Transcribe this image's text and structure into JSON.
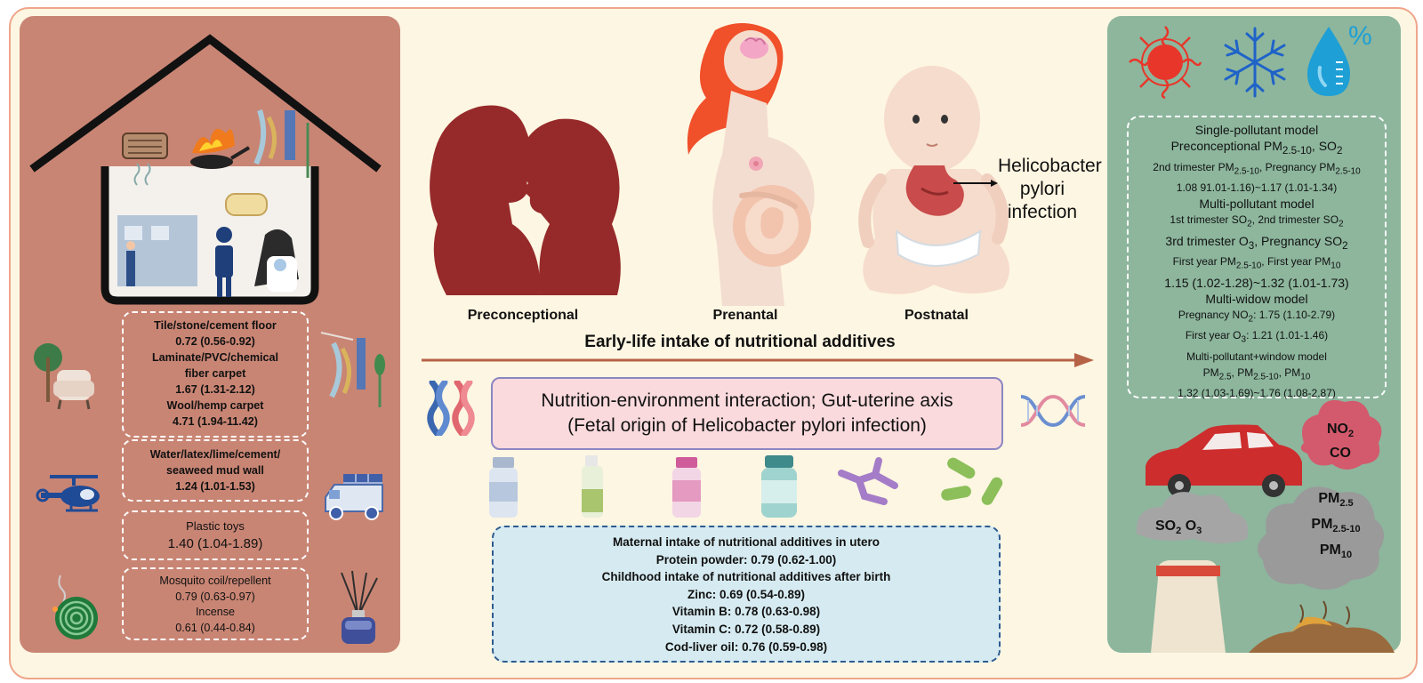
{
  "left_panel": {
    "flooring": {
      "lines": [
        "Tile/stone/cement floor",
        "0.72 (0.56-0.92)",
        "Laminate/PVC/chemical",
        "fiber carpet",
        "1.67 (1.31-2.12)",
        "Wool/hemp carpet",
        "4.71 (1.94-11.42)"
      ]
    },
    "wall": {
      "lines": [
        "Water/latex/lime/cement/",
        "seaweed mud wall",
        "1.24 (1.01-1.53)"
      ]
    },
    "toys": {
      "label": "Plastic toys",
      "value": "1.40 (1.04-1.89)"
    },
    "coil": {
      "lines": [
        "Mosquito coil/repellent",
        "0.79 (0.63-0.97)",
        "Incense",
        "0.61 (0.44-0.84)"
      ]
    }
  },
  "center": {
    "stages": [
      "Preconceptional",
      "Prenantal",
      "Postnatal"
    ],
    "hp_label": [
      "Helicobacter",
      "pylori",
      "infection"
    ],
    "arrow_label": "Early-life intake of nutritional additives",
    "interaction": [
      "Nutrition-environment interaction; Gut-uterine axis",
      "(Fetal origin of Helicobacter pylori infection)"
    ],
    "nutrition_box": [
      "Maternal intake of nutritional additives in utero",
      "Protein powder: 0.79 (0.62-1.00)",
      "Childhood intake of nutritional additives after birth",
      "Zinc: 0.69 (0.54-0.89)",
      "Vitamin B: 0.78 (0.63-0.98)",
      "Vitamin C: 0.72 (0.58-0.89)",
      "Cod-liver oil: 0.76 (0.59-0.98)"
    ]
  },
  "right_panel": {
    "percent_symbol": "%",
    "single_title": "Single-pollutant model",
    "pre_a": "Preconceptional PM",
    "sub_2510": "2.5-10",
    "pre_b": ", SO",
    "sub_2": "2",
    "tri2_a": "2nd trimester PM",
    "tri2_b": ", Pregnancy PM",
    "val1": "1.08 91.01-1.16)~1.17 (1.01-1.34)",
    "multi_title": "Multi-pollutant model",
    "t1_a": "1st trimester SO",
    "t1_b": ", 2nd trimester SO",
    "t3_a": "3rd trimester O",
    "sub_3": "3",
    "t3_b": ", Pregnancy SO",
    "fy_a": "First year PM",
    "fy_b": ", First year PM",
    "sub_10": "10",
    "val2": "1.15 (1.02-1.28)~1.32 (1.01-1.73)",
    "window_title": "Multi-widow model",
    "preg_no2_a": "Pregnancy NO",
    "preg_no2_b": ": 1.75 (1.10-2.79)",
    "fy_o3_a": "First year O",
    "fy_o3_b": ": 1.21 (1.01-1.46)",
    "combo_title": "Multi-pollutant+window model",
    "pm": "PM",
    "sub_25": "2.5",
    "comma_pm": ", PM",
    "val3": "1.32 (1.03-1.69)~1.76 (1.08-2.87)",
    "cloud_no2": "NO",
    "cloud_co": "CO",
    "so2_o3_a": "SO",
    "so2_o3_b": " O"
  },
  "colors": {
    "left_panel": "#c98574",
    "right_panel": "#8db69d",
    "background": "#fdf6e2",
    "silhouette": "#962a2a",
    "arrow": "#b56247",
    "car": "#cd2d2d"
  }
}
